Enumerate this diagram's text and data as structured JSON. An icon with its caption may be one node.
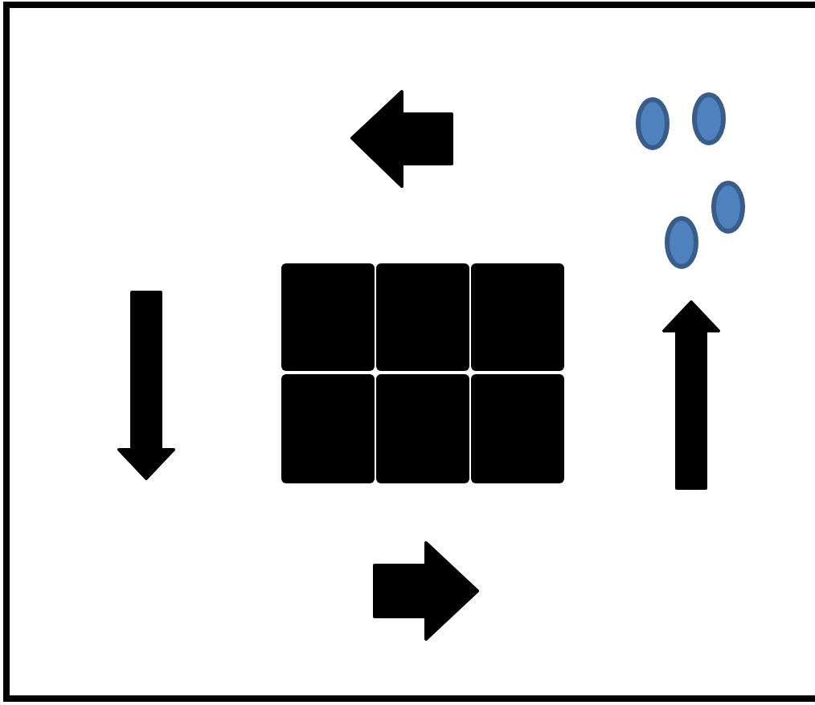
{
  "diagram": {
    "nodes": [
      {
        "text": [],
        "shape": "box"
      },
      {
        "text": [],
        "shape": "box"
      },
      {
        "text": [],
        "shape": "box"
      },
      {
        "text": [],
        "shape": "box"
      },
      {
        "text": [],
        "shape": "box"
      },
      {
        "text": [],
        "shape": "box"
      },
      {
        "text": [],
        "shape": "ellipse"
      },
      {
        "text": [],
        "shape": "ellipse"
      },
      {
        "text": [],
        "shape": "ellipse"
      },
      {
        "text": [],
        "shape": "ellipse"
      }
    ]
  }
}
